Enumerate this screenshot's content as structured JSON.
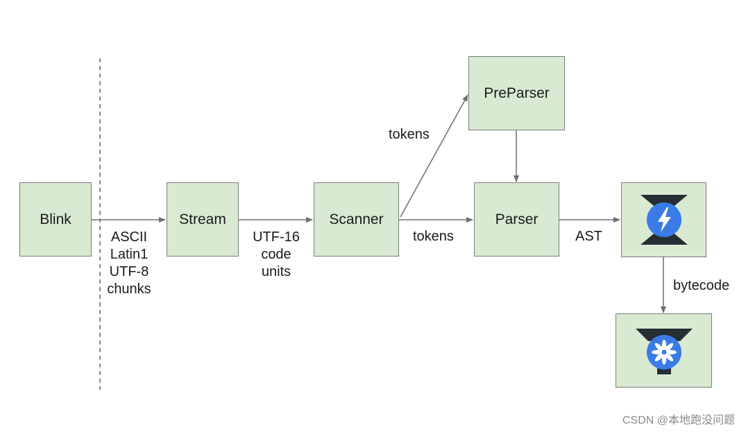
{
  "nodes": {
    "blink": "Blink",
    "stream": "Stream",
    "scanner": "Scanner",
    "preparser": "PreParser",
    "parser": "Parser",
    "ignition": "ignition-interpreter-icon",
    "turbofan": "turbofan-compiler-icon"
  },
  "edges": {
    "blink_stream": [
      "ASCII",
      "Latin1",
      "UTF-8",
      "chunks"
    ],
    "stream_scanner": [
      "UTF-16",
      "code",
      "units"
    ],
    "scanner_preparser": "tokens",
    "scanner_parser": "tokens",
    "parser_ignition": "AST",
    "ignition_turbofan": "bytecode"
  },
  "colors": {
    "node_fill": "#d9ead3",
    "node_border": "#7a7a7a",
    "arrow": "#6e6e6e",
    "icon_dark": "#262d33",
    "icon_blue": "#3a7be6"
  },
  "watermark": "CSDN @本地跑没问题"
}
